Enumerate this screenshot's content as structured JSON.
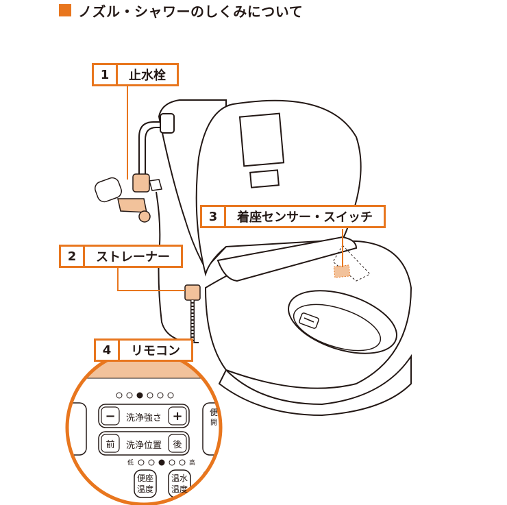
{
  "title": "ノズル・シャワーのしくみについて",
  "colors": {
    "accent": "#e8761e",
    "line": "#231815",
    "highlight": "#f2c29b"
  },
  "callouts": [
    {
      "num": "1",
      "label": "止水栓"
    },
    {
      "num": "2",
      "label": "ストレーナー"
    },
    {
      "num": "3",
      "label": "着座センサー・スイッチ"
    },
    {
      "num": "4",
      "label": "リモコン"
    }
  ],
  "remote": {
    "strength_label": "洗浄強さ",
    "minus": "−",
    "plus": "+",
    "position_label": "洗浄位置",
    "front": "前",
    "back": "後",
    "low": "低",
    "high": "高",
    "seat_temp_line1": "便座",
    "seat_temp_line2": "温度",
    "water_temp_line1": "温水",
    "water_temp_line2": "温度",
    "lid_line1": "便",
    "lid_line2": "開"
  }
}
